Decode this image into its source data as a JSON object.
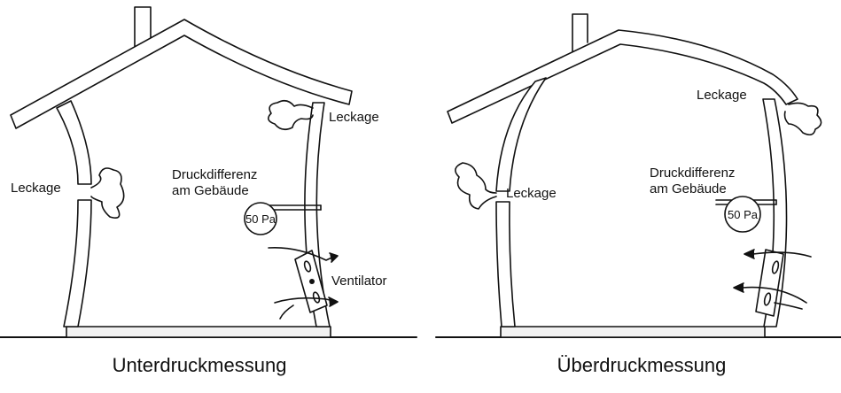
{
  "left_panel": {
    "caption": "Unterdruckmessung",
    "leak_left_label": "Leckage",
    "leak_right_label": "Leckage",
    "pressure_label_line1": "Druckdifferenz",
    "pressure_label_line2": "am Gebäude",
    "gauge_value": "50 Pa",
    "fan_label": "Ventilator"
  },
  "right_panel": {
    "caption": "Überdruckmessung",
    "leak_left_label": "Leckage",
    "leak_roof_label": "Leckage",
    "pressure_label_line1": "Druckdifferenz",
    "pressure_label_line2": "am Gebäude",
    "gauge_value": "50 Pa"
  }
}
